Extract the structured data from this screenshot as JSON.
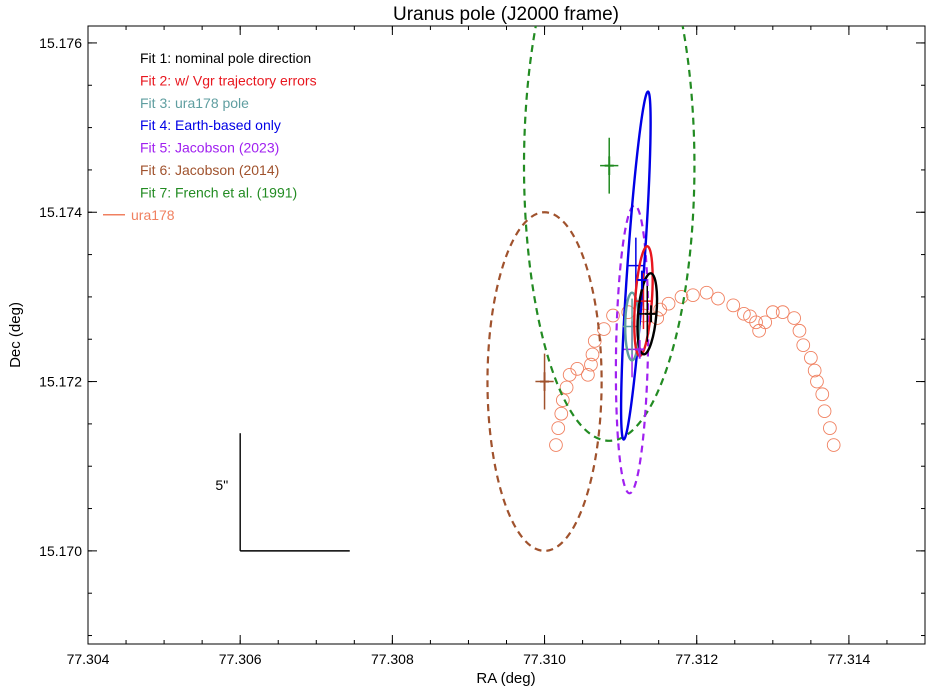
{
  "chart_data": {
    "type": "scatter",
    "title": "Uranus pole (J2000 frame)",
    "xlabel": "RA (deg)",
    "ylabel": "Dec (deg)",
    "xlim": [
      77.304,
      77.315
    ],
    "ylim": [
      15.1689,
      15.1762
    ],
    "x_ticks": [
      77.304,
      77.306,
      77.308,
      77.31,
      77.312,
      77.314
    ],
    "y_ticks": [
      15.17,
      15.172,
      15.174,
      15.176
    ],
    "x_tick_labels": [
      "77.304",
      "77.306",
      "77.308",
      "77.310",
      "77.312",
      "77.314"
    ],
    "y_tick_labels": [
      "15.170",
      "15.172",
      "15.174",
      "15.176"
    ],
    "grid": false,
    "legend_position": "top-left",
    "series": [
      {
        "name": "Fit 1: nominal pole direction",
        "color": "#000000",
        "style": "solid",
        "center": [
          77.31135,
          15.1728
        ],
        "x_radius": 0.00012,
        "y_radius": 0.00048,
        "tilt_deg": -5,
        "marker_arm": [
          0.00012,
          0.00033
        ]
      },
      {
        "name": "Fit 2: w/ Vgr trajectory errors",
        "color": "#e8171f",
        "style": "solid",
        "center": [
          77.3113,
          15.17295
        ],
        "x_radius": 0.00011,
        "y_radius": 0.00065,
        "tilt_deg": -4,
        "marker_arm": [
          0.00012,
          0.00033
        ]
      },
      {
        "name": "Fit 3: ura178 pole",
        "color": "#5f9ea0",
        "style": "solid",
        "center": [
          77.31115,
          15.17265
        ],
        "x_radius": 9e-05,
        "y_radius": 0.0004,
        "tilt_deg": 0,
        "marker_arm": [
          0.00012,
          0.00033
        ]
      },
      {
        "name": "Fit 4: Earth-based only",
        "color": "#0000e6",
        "style": "solid",
        "center": [
          77.3112,
          15.17337
        ],
        "x_radius": 0.00011,
        "y_radius": 0.00206,
        "tilt_deg": -4,
        "marker_arm": [
          0.00012,
          0.00033
        ]
      },
      {
        "name": "Fit 5: Jacobson (2023)",
        "color": "#a020f0",
        "style": "dashed",
        "center": [
          77.31115,
          15.17238
        ],
        "x_radius": 0.00021,
        "y_radius": 0.0017,
        "tilt_deg": -1,
        "marker_arm": [
          0.00012,
          0.00033
        ]
      },
      {
        "name": "Fit 6: Jacobson (2014)",
        "color": "#a0522d",
        "style": "dashed",
        "center": [
          77.31,
          15.172
        ],
        "x_radius": 0.00075,
        "y_radius": 0.002,
        "tilt_deg": 0,
        "marker_arm": [
          0.00012,
          0.00033
        ]
      },
      {
        "name": "Fit 7: French et al. (1991)",
        "color": "#228b22",
        "style": "dashed",
        "center": [
          77.31085,
          15.17455
        ],
        "x_radius": 0.00112,
        "y_radius": 0.00325,
        "tilt_deg": 0,
        "marker_arm": [
          0.00012,
          0.00033
        ]
      },
      {
        "name": "ura178",
        "color": "#f08060",
        "style": "circles",
        "radius_ra": 8.4e-05,
        "points": [
          [
            77.31015,
            15.17125
          ],
          [
            77.31018,
            15.17145
          ],
          [
            77.31022,
            15.17162
          ],
          [
            77.31024,
            15.17178
          ],
          [
            77.31029,
            15.17193
          ],
          [
            77.31033,
            15.17208
          ],
          [
            77.31043,
            15.17215
          ],
          [
            77.31057,
            15.17208
          ],
          [
            77.31061,
            15.1722
          ],
          [
            77.31063,
            15.17232
          ],
          [
            77.31066,
            15.17248
          ],
          [
            77.31078,
            15.17262
          ],
          [
            77.3109,
            15.17278
          ],
          [
            77.3111,
            15.17282
          ],
          [
            77.3113,
            15.17278
          ],
          [
            77.31148,
            15.17275
          ],
          [
            77.31152,
            15.17285
          ],
          [
            77.31163,
            15.17292
          ],
          [
            77.3118,
            15.173
          ],
          [
            77.31195,
            15.17302
          ],
          [
            77.31213,
            15.17305
          ],
          [
            77.31228,
            15.17298
          ],
          [
            77.31248,
            15.1729
          ],
          [
            77.31262,
            15.1728
          ],
          [
            77.3127,
            15.17277
          ],
          [
            77.31278,
            15.1727
          ],
          [
            77.31282,
            15.1726
          ],
          [
            77.3129,
            15.1727
          ],
          [
            77.313,
            15.17282
          ],
          [
            77.31313,
            15.17282
          ],
          [
            77.31328,
            15.17275
          ],
          [
            77.31335,
            15.1726
          ],
          [
            77.3134,
            15.17243
          ],
          [
            77.3135,
            15.17228
          ],
          [
            77.31355,
            15.17213
          ],
          [
            77.31358,
            15.172
          ],
          [
            77.31365,
            15.17185
          ],
          [
            77.31368,
            15.17165
          ],
          [
            77.31375,
            15.17145
          ],
          [
            77.3138,
            15.17125
          ]
        ]
      }
    ],
    "extra_markers": [
      {
        "color": "#228b22",
        "center": [
          77.31085,
          15.17455
        ],
        "arm": [
          6e-05,
          0.00011
        ]
      },
      {
        "color": "#a0522d",
        "center": [
          77.31,
          15.172
        ],
        "arm": [
          6e-05,
          0.00011
        ]
      },
      {
        "color": "#a020f0",
        "center": [
          77.31125,
          15.17238
        ],
        "arm": [
          6e-05,
          0.00011
        ]
      },
      {
        "color": "#0000e6",
        "center": [
          77.31128,
          15.1732
        ],
        "arm": [
          6e-05,
          0.00011
        ]
      },
      {
        "color": "#000000",
        "center": [
          77.3114,
          15.1728
        ],
        "arm": [
          8e-05,
          0.0001
        ]
      }
    ],
    "scale_bar": {
      "label": "5\"",
      "corner": [
        77.306,
        15.17
      ],
      "length_ra": 0.00144,
      "length_dec": 0.00139
    }
  }
}
